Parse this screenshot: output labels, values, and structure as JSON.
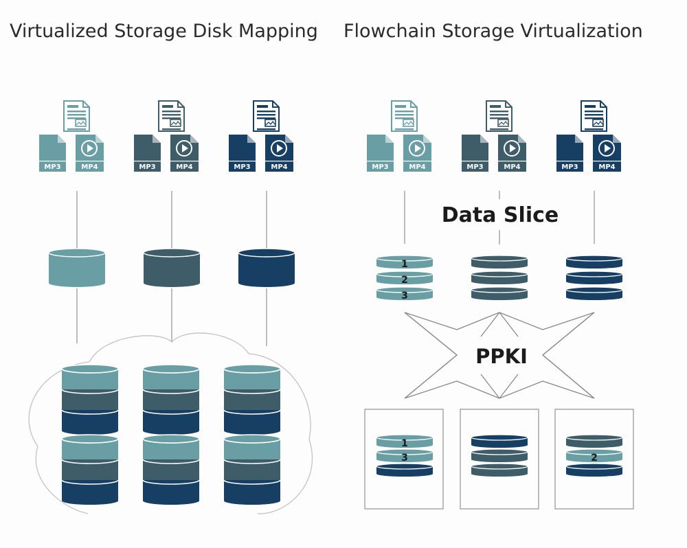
{
  "titles": {
    "left": "Virtualized Storage Disk Mapping",
    "right": "Flowchain Storage Virtualization"
  },
  "labels": {
    "data_slice": "Data Slice",
    "ppki": "PPKI"
  },
  "file_types": {
    "audio": "MP3",
    "video": "MP4"
  },
  "colors": {
    "teal": "#6a9ea5",
    "slate": "#3f5c69",
    "navy": "#173f63",
    "line": "#9a9a9a"
  },
  "data_slices": [
    "1",
    "2",
    "3"
  ],
  "distributed_nodes": [
    {
      "slots": [
        "1",
        "3",
        ""
      ]
    },
    {
      "slots": [
        "",
        "",
        ""
      ]
    },
    {
      "slots": [
        "",
        "2",
        ""
      ]
    }
  ],
  "icons": [
    "document-icon",
    "mp3-file-icon",
    "mp4-file-icon",
    "database-icon",
    "cloud-outline-icon"
  ]
}
